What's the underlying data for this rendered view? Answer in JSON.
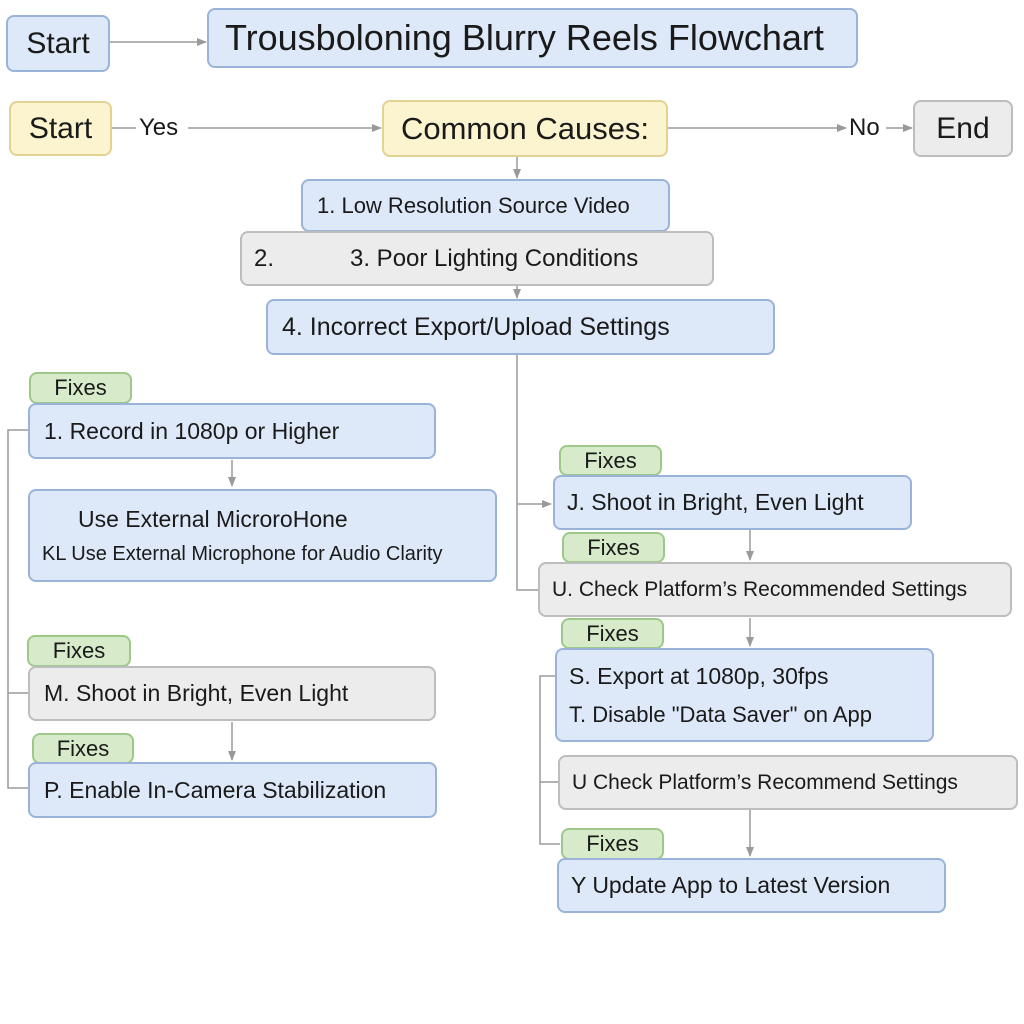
{
  "header": {
    "start_label": "Start",
    "title": "Trousboloning Blurry Reels Flowchart"
  },
  "flow": {
    "start_label": "Start",
    "yes_label": "Yes",
    "causes_label": "Common Causes:",
    "no_label": "No",
    "end_label": "End"
  },
  "causes": {
    "c1": "1. Low Resolution Source Video",
    "c2_num": "2.",
    "c3": "3.   Poor Lighting Conditions",
    "c4": "4.  Incorrect Export/Upload Settings"
  },
  "left": {
    "fixes1": "Fixes",
    "fix1": "1.   Record in 1080p or Higher",
    "mic_line1": "Use External MicroroHone",
    "mic_line2": "KL  Use External Microphone for Audio Clarity",
    "fixes2": "Fixes",
    "fix_m": "M.   Shoot in Bright, Even Light",
    "fixes3": "Fixes",
    "fix_p": "P.   Enable In-Camera Stabilization"
  },
  "right": {
    "fixes1": "Fixes",
    "fix_j": "J.   Shoot in Bright, Even Light",
    "fixes2": "Fixes",
    "fix_u1": "U.  Check Platform’s Recommended Settings",
    "fixes3": "Fixes",
    "fix_s": "S.   Export at 1080p, 30fps",
    "fix_t": "T.   Disable \"Data Saver\" on App",
    "fix_u2": "U  Check Platform’s Recommend Settings",
    "fixes4": "Fixes",
    "fix_y": "Y   Update App to Latest Version"
  },
  "colors": {
    "blue_fill": "#dde9f8",
    "yellow_fill": "#fbf4cf",
    "gray_fill": "#ececec",
    "green_fill": "#d7ebcb",
    "connector": "#9a9a9a"
  }
}
